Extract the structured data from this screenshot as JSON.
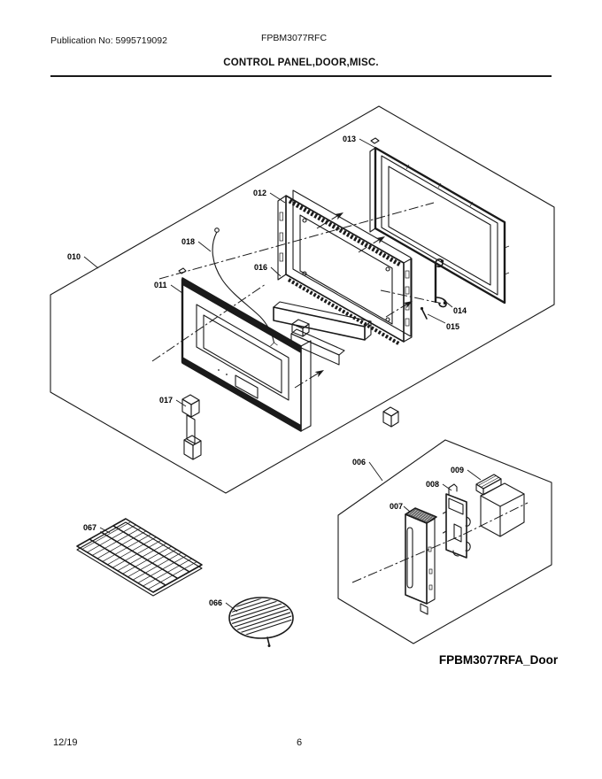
{
  "header": {
    "publication_no": "Publication No: 5995719092",
    "model": "FPBM3077RFC",
    "section_title": "CONTROL PANEL,DOOR,MISC."
  },
  "footer": {
    "revision_date": "12/19",
    "page_number": "6"
  },
  "diagram": {
    "assembly_caption": "FPBM3077RFA_Door",
    "part_labels": {
      "p006": "006",
      "p007": "007",
      "p008": "008",
      "p009": "009",
      "p010": "010",
      "p011": "011",
      "p012": "012",
      "p013": "013",
      "p014": "014",
      "p015": "015",
      "p016": "016",
      "p017": "017",
      "p018": "018",
      "p066": "066",
      "p067": "067"
    }
  }
}
